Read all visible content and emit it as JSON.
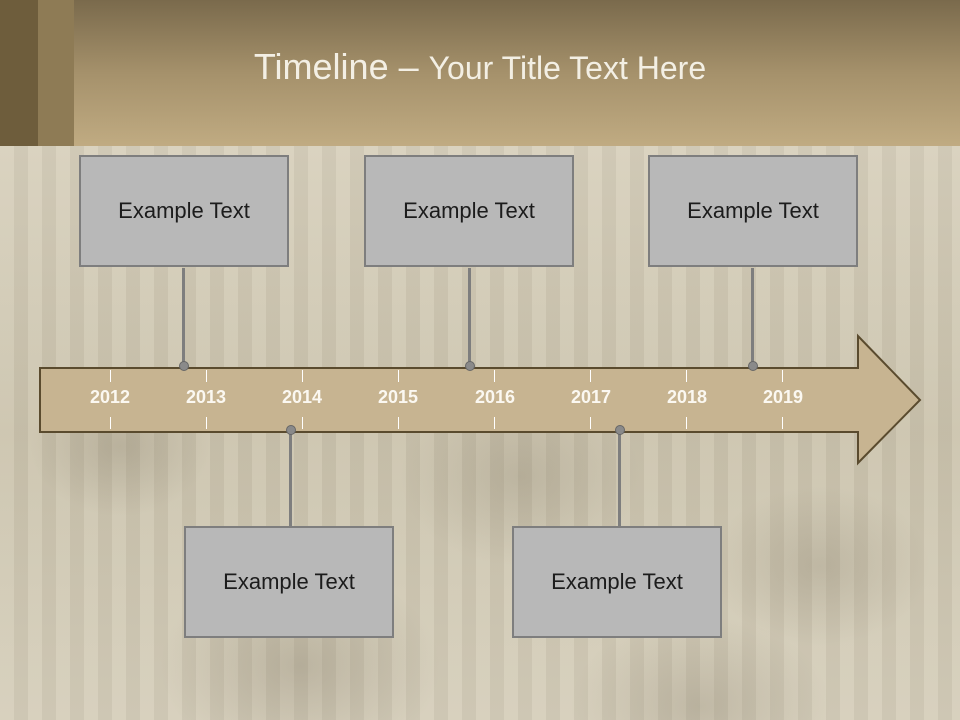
{
  "slide": {
    "title_main": "Timeline",
    "title_sep": " – ",
    "title_sub": "Your Title Text Here"
  },
  "timeline": {
    "years": [
      "2012",
      "2013",
      "2014",
      "2015",
      "2016",
      "2017",
      "2018",
      "2019"
    ],
    "events_top": [
      "Example Text",
      "Example Text",
      "Example Text"
    ],
    "events_bottom": [
      "Example Text",
      "Example Text"
    ]
  },
  "colors": {
    "arrow_fill": "#c7b491",
    "arrow_stroke": "#5a4b2e",
    "box_fill": "#b8b8b8",
    "header_accent": "#a5916b"
  }
}
